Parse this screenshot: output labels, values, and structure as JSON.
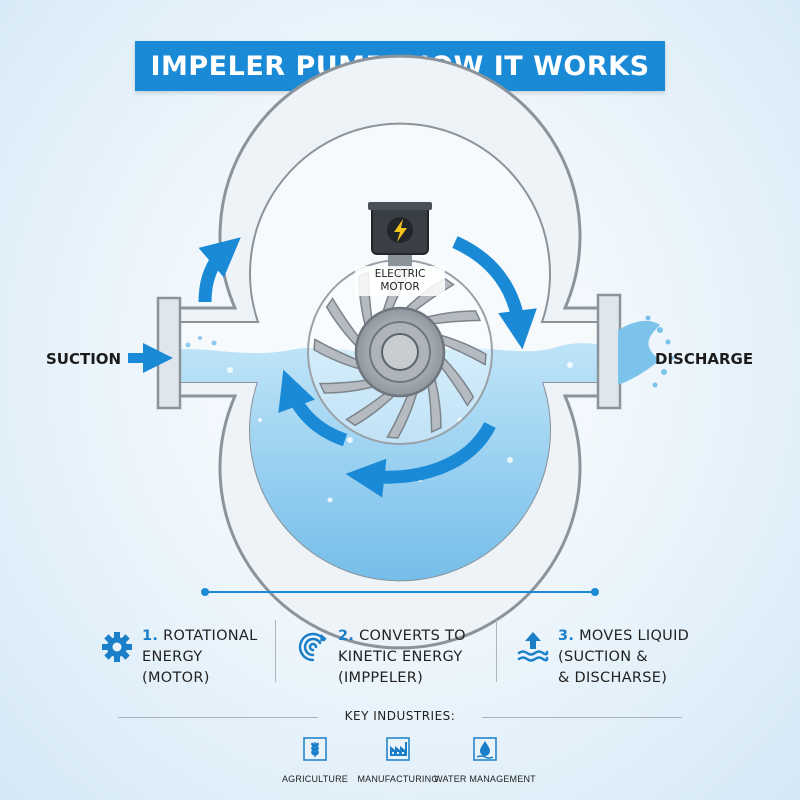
{
  "title": "IMPELER PUMP: HOW IT WORKS",
  "labels": {
    "suction": "SUCTION",
    "discharge": "DISCHARGE",
    "motor_line1": "ELECTRIC",
    "motor_line2": "MOTOR"
  },
  "steps": [
    {
      "number": "1.",
      "line1": "ROTATIONAL",
      "line2": "ENERGY",
      "line3": "(MOTOR)",
      "icon": "gear-icon"
    },
    {
      "number": "2.",
      "line1": "CONVERTS TO",
      "line2": "KINETIC ENERGY",
      "line3": "(IMPPELER)",
      "icon": "spiral-icon"
    },
    {
      "number": "3.",
      "line1": "MOVES LIQUID",
      "line2": "(SUCTION &",
      "line3": "& DISCHARSE)",
      "icon": "waves-arrow-icon"
    }
  ],
  "industries": {
    "title": "KEY INDUSTRIES:",
    "items": [
      {
        "label": "AGRICULTURE",
        "icon": "wheat-icon"
      },
      {
        "label": "MANUFACTURING",
        "icon": "factory-icon"
      },
      {
        "label": "WATER MANAGEMENT",
        "icon": "water-drop-icon"
      }
    ]
  },
  "colors": {
    "accent": "#1a8ad6",
    "water": "#8ccbef",
    "metal": "#9aa1a8",
    "motor": "#3a3f45",
    "bolt": "#f2c318"
  }
}
